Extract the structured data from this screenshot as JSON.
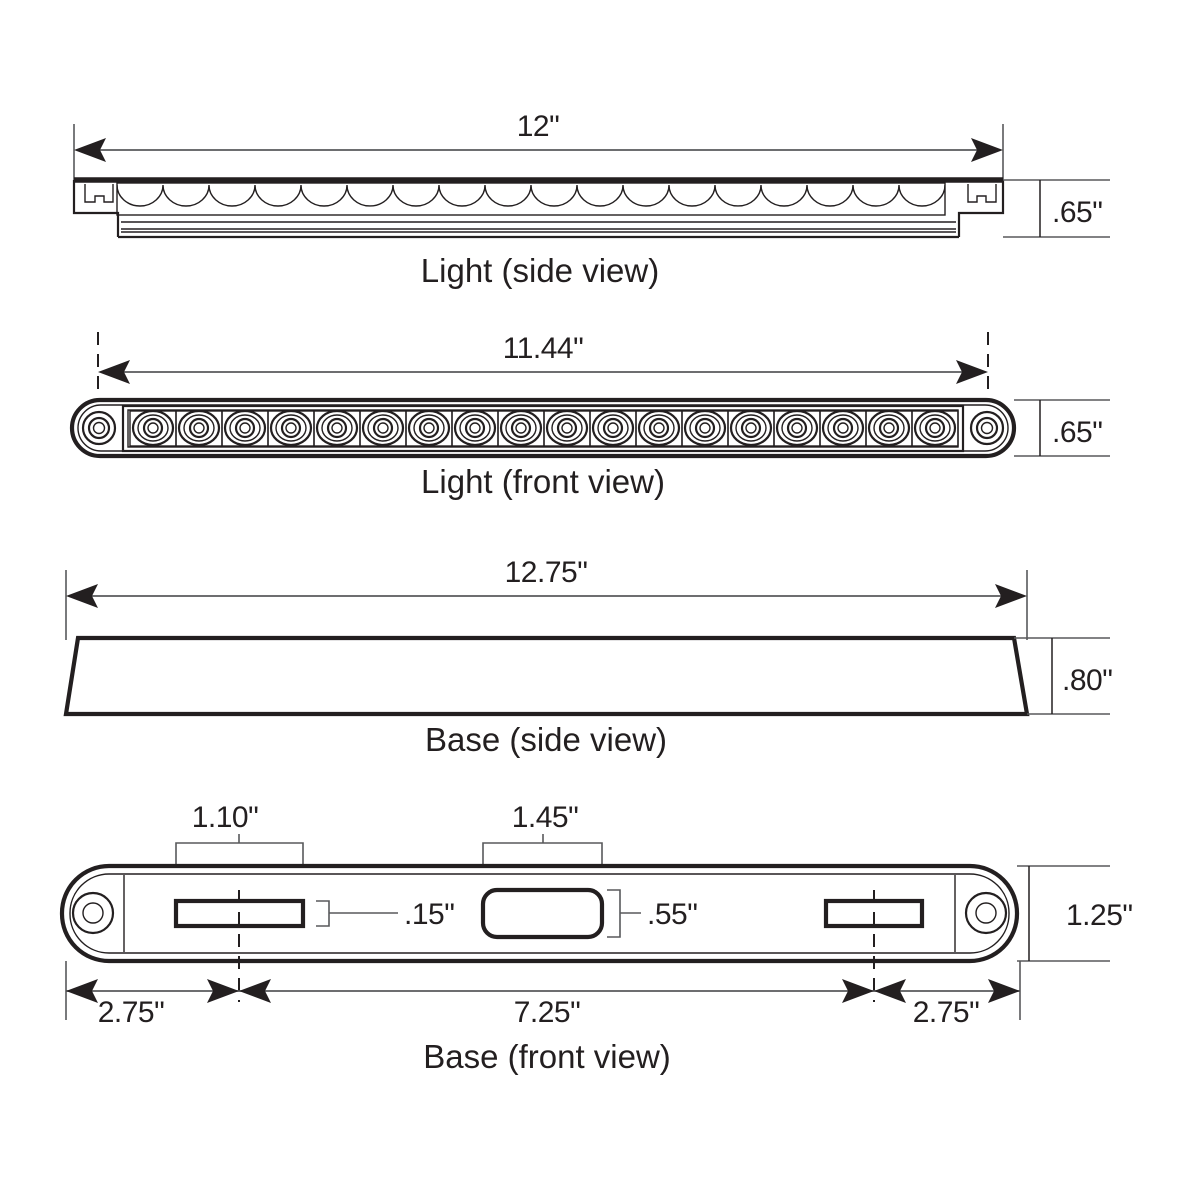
{
  "document": {
    "kind": "dimensional-drawing",
    "subject": "LED light bar and mounting base",
    "units": "inches"
  },
  "views": [
    {
      "id": "light-side",
      "label": "Light (side view)",
      "dimensions": {
        "length": "12\"",
        "height": ".65\""
      },
      "features": {
        "lens_scallops": 18
      }
    },
    {
      "id": "light-front",
      "label": "Light (front view)",
      "dimensions": {
        "length": "11.44\"",
        "height": ".65\""
      },
      "features": {
        "leds": 18,
        "mounting_holes": 2
      }
    },
    {
      "id": "base-side",
      "label": "Base (side view)",
      "dimensions": {
        "length": "12.75\"",
        "height": ".80\""
      }
    },
    {
      "id": "base-front",
      "label": "Base (front view)",
      "dimensions": {
        "height": "1.25\"",
        "left_slot_width": "1.10\"",
        "center_slot_width": "1.45\"",
        "left_slot_height": ".15\"",
        "center_slot_height": ".55\"",
        "left_offset": "2.75\"",
        "center_span": "7.25\"",
        "right_offset": "2.75\""
      },
      "features": {
        "slots": 3,
        "mounting_holes": 2
      }
    }
  ],
  "labels": {
    "light_side_view": "Light (side view)",
    "light_front_view": "Light (front view)",
    "base_side_view": "Base (side view)",
    "base_front_view": "Base (front view)"
  },
  "dimension_callouts": {
    "light_side_length": "12\"",
    "light_side_height": ".65\"",
    "light_front_length": "11.44\"",
    "light_front_height": ".65\"",
    "base_side_length": "12.75\"",
    "base_side_height": ".80\"",
    "base_front_height": "1.25\"",
    "base_slot_left_width": "1.10\"",
    "base_slot_center_width": "1.45\"",
    "base_slot_left_height": ".15\"",
    "base_slot_center_height": ".55\"",
    "base_left_offset": "2.75\"",
    "base_center_span": "7.25\"",
    "base_right_offset": "2.75\""
  },
  "colors": {
    "line": "#231f20",
    "dimension_line": "#58595b",
    "background": "#ffffff"
  }
}
